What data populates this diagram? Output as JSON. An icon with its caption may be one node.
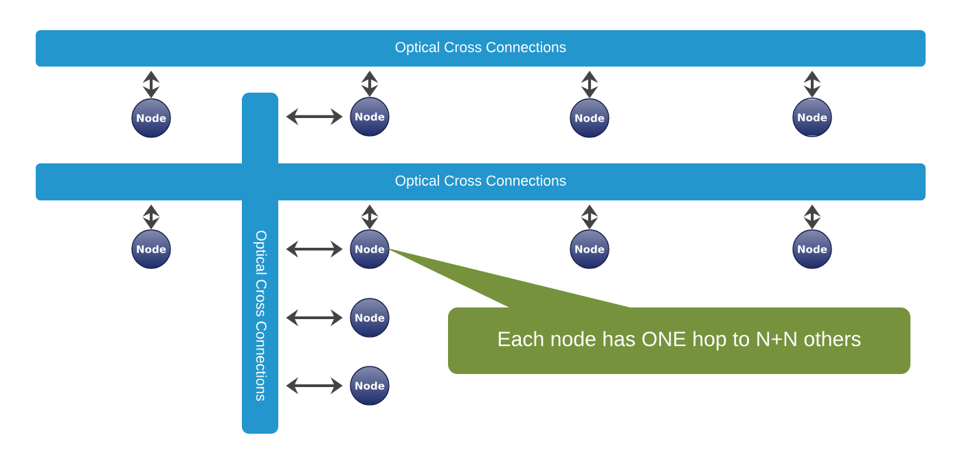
{
  "diagram": {
    "nodes": [
      {
        "text": [
          "Optical Cross Connections"
        ]
      },
      {
        "text": [
          "Optical Cross Connections"
        ]
      },
      {
        "text": [
          "Node"
        ]
      },
      {
        "text": [
          "Node"
        ]
      },
      {
        "text": [
          "Node"
        ]
      },
      {
        "text": [
          "Node"
        ]
      },
      {
        "text": [
          "Optical Cross Connections"
        ]
      },
      {
        "text": [
          "Node"
        ]
      },
      {
        "text": [
          "Node"
        ]
      },
      {
        "text": [
          "Node"
        ]
      },
      {
        "text": [
          "Node"
        ]
      },
      {
        "text": [
          "Node"
        ]
      },
      {
        "text": [
          "Node"
        ]
      },
      {
        "text": [
          "Each node has ONE hop to N+N others"
        ]
      }
    ],
    "edges": [
      {
        "from": 0,
        "to": 2,
        "arrow": "both"
      },
      {
        "from": 0,
        "to": 3,
        "arrow": "both"
      },
      {
        "from": 0,
        "to": 4,
        "arrow": "both"
      },
      {
        "from": 0,
        "to": 5,
        "arrow": "both"
      },
      {
        "from": 1,
        "to": 3,
        "arrow": "both"
      },
      {
        "from": 6,
        "to": 7,
        "arrow": "both"
      },
      {
        "from": 6,
        "to": 8,
        "arrow": "both"
      },
      {
        "from": 6,
        "to": 9,
        "arrow": "both"
      },
      {
        "from": 6,
        "to": 10,
        "arrow": "both"
      },
      {
        "from": 1,
        "to": 8,
        "arrow": "both"
      },
      {
        "from": 1,
        "to": 11,
        "arrow": "both"
      },
      {
        "from": 1,
        "to": 12,
        "arrow": "both"
      },
      {
        "from": 13,
        "to": 8,
        "arrow": "none",
        "color": "#76923c"
      }
    ]
  }
}
